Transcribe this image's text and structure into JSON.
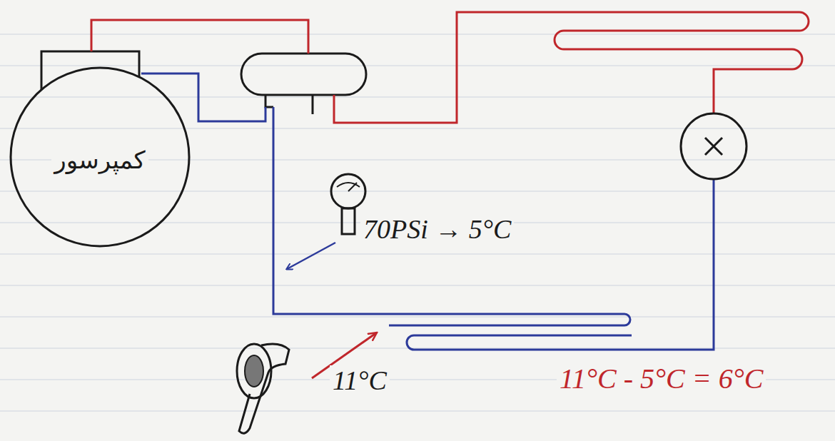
{
  "diagram": {
    "nodes": [
      {
        "text": [
          "کمپرسور"
        ]
      }
    ],
    "labels": [
      "70PSi → 5°C",
      "11°C",
      "11°C - 5°C = 6°C"
    ]
  }
}
